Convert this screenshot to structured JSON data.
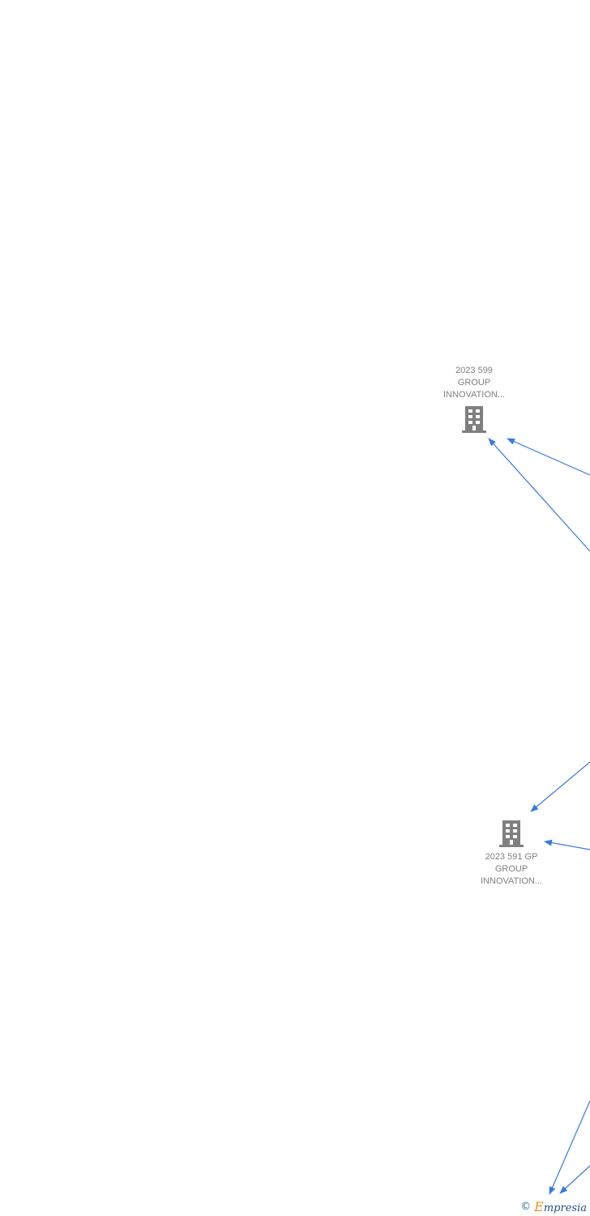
{
  "nodes": [
    {
      "id": "node-a",
      "label_lines": [
        "2023 599",
        "GROUP",
        "INNOVATION..."
      ],
      "icon": "building-icon"
    },
    {
      "id": "node-b",
      "label_lines": [
        "2023 591 GP",
        "GROUP",
        "INNOVATION..."
      ],
      "icon": "building-icon"
    }
  ],
  "edges": [
    {
      "from": "offscreen-right",
      "to": "node-a"
    },
    {
      "from": "offscreen-right",
      "to": "node-a"
    },
    {
      "from": "offscreen-right",
      "to": "node-b"
    },
    {
      "from": "offscreen-right",
      "to": "node-b"
    },
    {
      "from": "offscreen-right",
      "to": "offscreen-bottom"
    },
    {
      "from": "offscreen-right",
      "to": "offscreen-bottom"
    }
  ],
  "colors": {
    "edge": "#3a7bd5",
    "node_icon": "#7f7f7f",
    "node_text": "#7f7f7f",
    "brand_blue": "#1f4f8a",
    "brand_orange": "#e8901c"
  },
  "watermark": {
    "copyright_symbol": "©",
    "brand_first_letter": "E",
    "brand_rest": "mpresia"
  }
}
